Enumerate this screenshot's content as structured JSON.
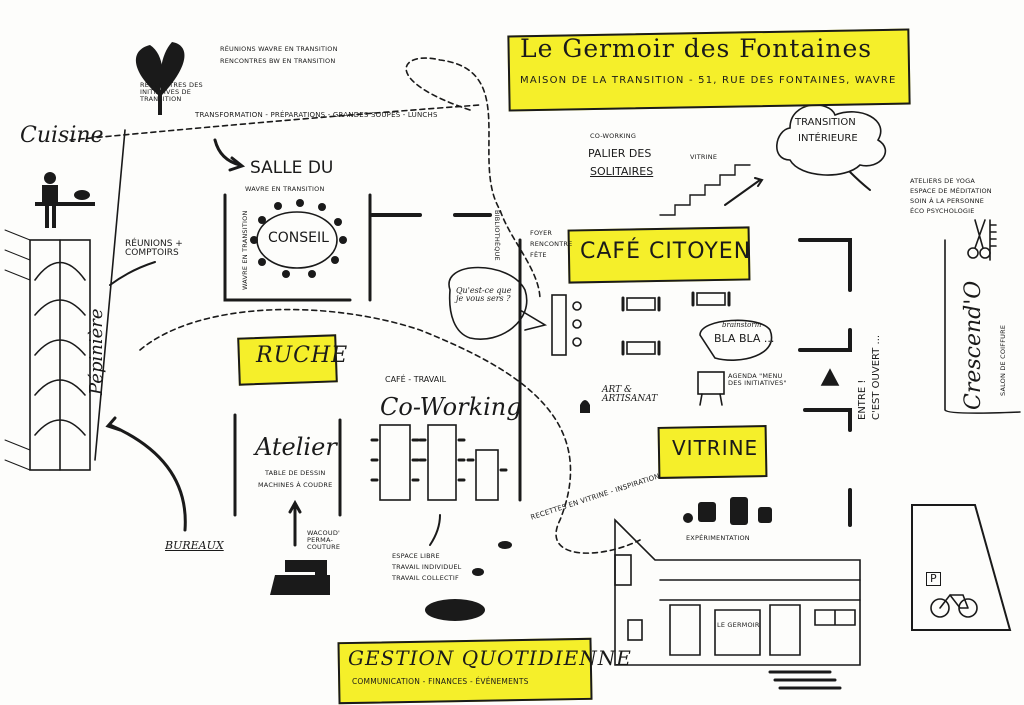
{
  "title": {
    "main": "Le Germoir des Fontaines",
    "sub": "Maison de la Transition - 51, Rue des Fontaines, Wavre"
  },
  "areas": {
    "cuisine": "Cuisine",
    "pepiniere": "Pépinière",
    "salle": "Salle du",
    "salle_sub": "Wavre en transition",
    "conseil": "Conseil",
    "wavre_vertical": "Wavre en transition",
    "reunions": "Réunions + Comptoirs",
    "ruche": "Ruche",
    "atelier": "Atelier",
    "atelier_sub1": "Table de dessin",
    "atelier_sub2": "Machines à coudre",
    "coworking": "Co-Working",
    "cafe_travail": "Café - travail",
    "bureaux": "Bureaux",
    "wacoud": "Wacoud' perma-couture",
    "espace1": "Espace libre",
    "espace2": "Travail individuel",
    "espace3": "Travail collectif",
    "gestion": "Gestion Quotidienne",
    "gestion_sub": "Communication - Finances - Événements",
    "cafe_citoyen": "Café Citoyen",
    "bibliotheque": "Bibliothèque",
    "foyer1": "Foyer",
    "foyer2": "Rencontre",
    "foyer3": "Fête",
    "question": "Qu'est-ce que je vous sers ?",
    "brainstorm": "brainstorm",
    "blabla": "Bla Bla ...",
    "agenda": "Agenda \"Menu des initiatives\"",
    "art": "Art & Artisanat",
    "vitrine_big": "Vitrine",
    "vitrine_small": "Vitrine",
    "recettes": "Recettes en vitrine - inspiration",
    "experimentation": "Expérimentation",
    "coworking_palier1": "Co-working",
    "coworking_palier2": "Palier des",
    "coworking_palier3": "Solitaires",
    "transition_int1": "Transition",
    "transition_int2": "Intérieure",
    "yoga1": "Ateliers de Yoga",
    "yoga2": "Espace de méditation",
    "yoga3": "Soin à la personne",
    "yoga4": "Éco psychologie",
    "crescendo": "Crescend'O",
    "crescendo_sub": "Salon de coiffure",
    "entre1": "Entre !",
    "entre2": "C'est ouvert ...",
    "germoir_sign": "Le Germoir",
    "parking": "P",
    "initiatives1": "Rencontres des initiatives de transition",
    "reunions_top1": "Réunions Wavre en Transition",
    "reunions_top2": "Rencontres BW en Transition",
    "path_top": "Transformation - Préparations - Grandes soupes - Lunchs"
  },
  "colors": {
    "highlight": "#f5ef2a",
    "ink": "#1a1a1a",
    "paper": "#fdfdfb"
  }
}
